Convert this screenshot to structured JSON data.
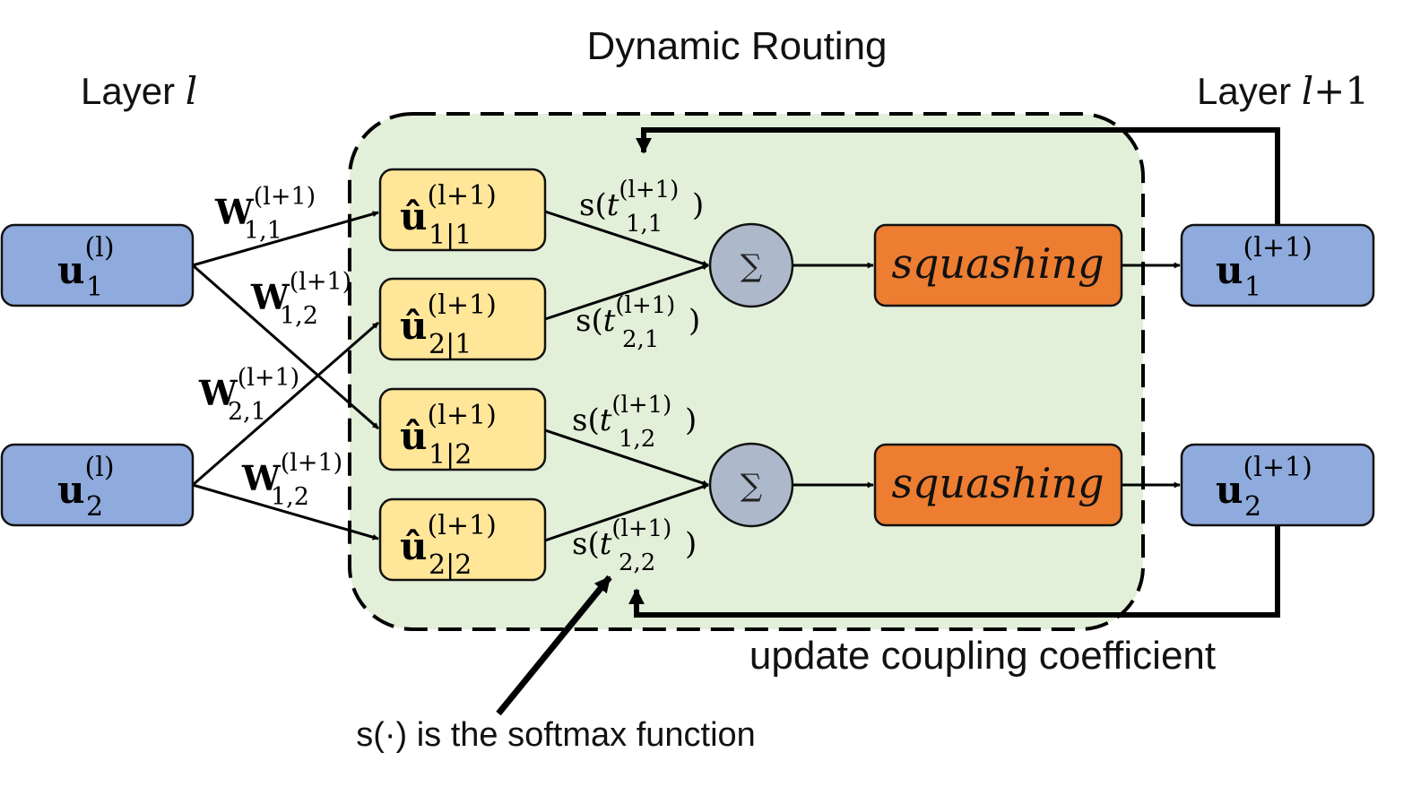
{
  "title": "Dynamic Routing",
  "layer_left": {
    "prefix": "Layer ",
    "var": "l"
  },
  "layer_right": {
    "prefix": "Layer ",
    "var": "l",
    "suffix": "+1"
  },
  "input_nodes": [
    {
      "base": "u",
      "sup": "(l)",
      "sub": "1"
    },
    {
      "base": "u",
      "sup": "(l)",
      "sub": "2"
    }
  ],
  "prediction_nodes": [
    {
      "base": "û",
      "sup": "(l+1)",
      "sub": "1|1"
    },
    {
      "base": "û",
      "sup": "(l+1)",
      "sub": "2|1"
    },
    {
      "base": "û",
      "sup": "(l+1)",
      "sub": "1|2"
    },
    {
      "base": "û",
      "sup": "(l+1)",
      "sub": "2|2"
    }
  ],
  "weights": [
    {
      "base": "W",
      "sup": "(l+1)",
      "sub": "1,1"
    },
    {
      "base": "W",
      "sup": "(l+1)",
      "sub": "1,2"
    },
    {
      "base": "W",
      "sup": "(l+1)",
      "sub": "2,1"
    },
    {
      "base": "W",
      "sup": "(l+1)",
      "sub": "1,2"
    }
  ],
  "softmax_labels": [
    {
      "pre": "s(",
      "base": "t",
      "sup": "(l+1)",
      "sub": "1,1",
      "post": ")"
    },
    {
      "pre": "s(",
      "base": "t",
      "sup": "(l+1)",
      "sub": "2,1",
      "post": ")"
    },
    {
      "pre": "s(",
      "base": "t",
      "sup": "(l+1)",
      "sub": "1,2",
      "post": ")"
    },
    {
      "pre": "s(",
      "base": "t",
      "sup": "(l+1)",
      "sub": "2,2",
      "post": ")"
    }
  ],
  "sum_symbol": "∑",
  "squash_label": "squashing",
  "output_nodes": [
    {
      "base": "u",
      "sup": "(l+1)",
      "sub": "1"
    },
    {
      "base": "u",
      "sup": "(l+1)",
      "sub": "2"
    }
  ],
  "update_label": "update coupling coefficient",
  "softmax_note": "s(·) is the softmax function",
  "colors": {
    "blue_fill": "#8FAADC",
    "yellow_fill": "#FFE699",
    "orange_fill": "#ED7D31",
    "green_fill": "#E2EFD9",
    "sum_fill": "#ADB9CA",
    "stroke": "#000000"
  }
}
